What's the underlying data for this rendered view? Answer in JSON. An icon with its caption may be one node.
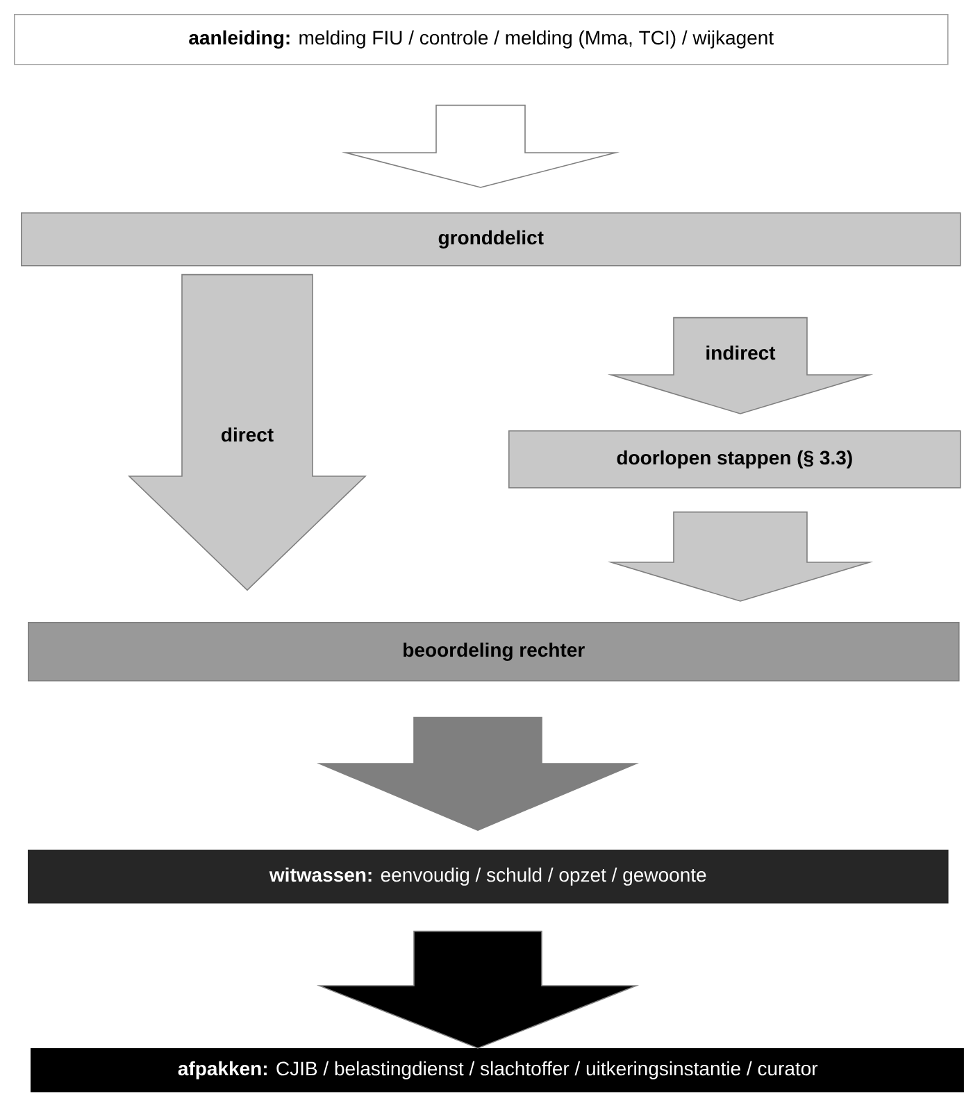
{
  "diagram": {
    "nodes": [
      {
        "text": [
          "**aanleiding:** melding FIU / controle / melding (Mma, TCI) / wijkagent"
        ]
      },
      {
        "text": [
          "gronddelict"
        ]
      },
      {
        "text": [
          "doorlopen stappen (§ 3.3)"
        ]
      },
      {
        "text": [
          "beoordeling rechter"
        ]
      },
      {
        "text": [
          "**witwassen:** eenvoudig / schuld / opzet / gewoonte"
        ]
      },
      {
        "text": [
          "**afpakken:** CJIB / belastingdienst / slachtoffer / uitkeringsinstantie / curator"
        ]
      }
    ],
    "edges": [
      {
        "from": 0,
        "to": 1,
        "arrow": "to",
        "color": "#ffffff"
      },
      {
        "from": 1,
        "to": 3,
        "arrow": "to",
        "label": "direct",
        "color": "#c8c8c8"
      },
      {
        "from": 1,
        "to": 2,
        "arrow": "to",
        "label": "indirect",
        "color": "#c8c8c8"
      },
      {
        "from": 2,
        "to": 3,
        "arrow": "to",
        "color": "#c8c8c8"
      },
      {
        "from": 3,
        "to": 4,
        "arrow": "to",
        "color": "#7f7f7f"
      },
      {
        "from": 4,
        "to": 5,
        "arrow": "to",
        "color": "#000000"
      }
    ]
  }
}
